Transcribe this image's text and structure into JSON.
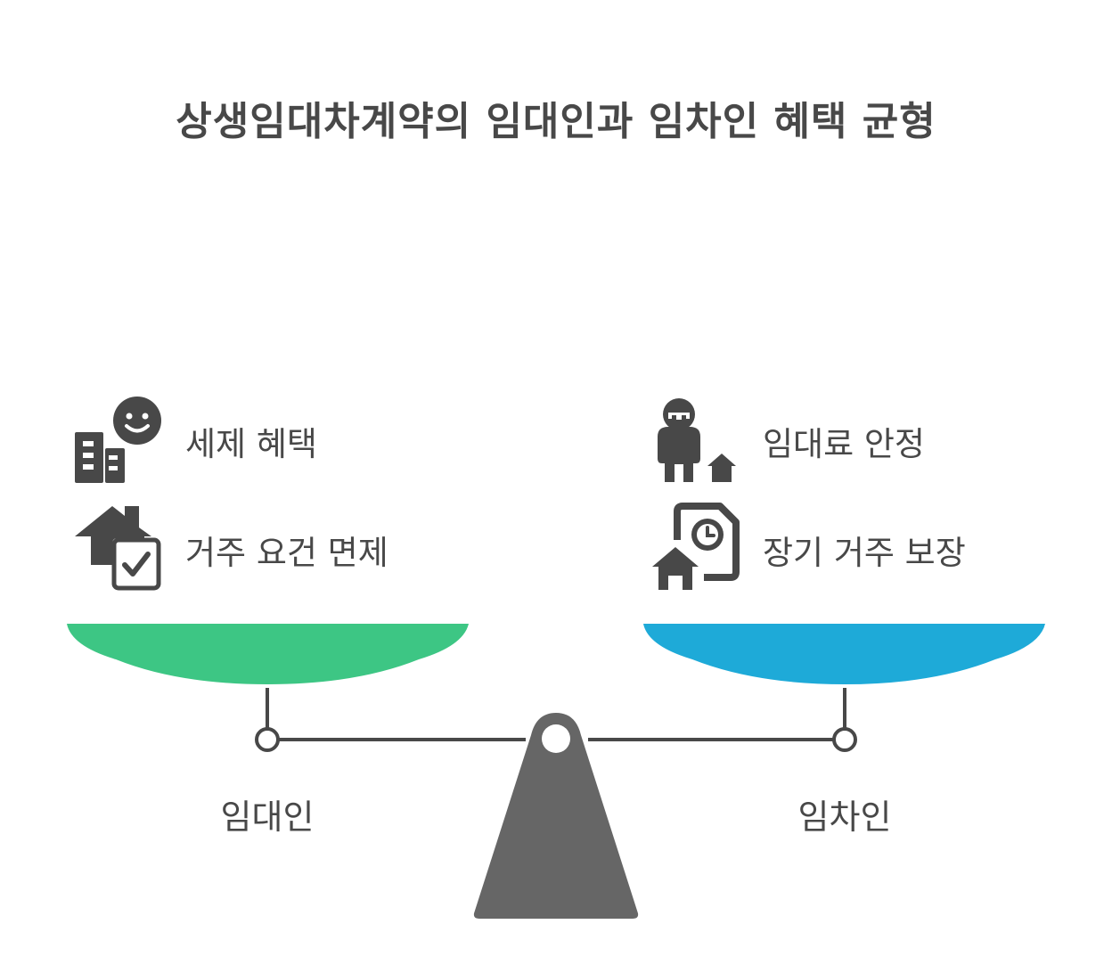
{
  "title": "상생임대차계약의 임대인과 임차인 혜택 균형",
  "left": {
    "label": "임대인",
    "color": "#3dc684",
    "items": [
      {
        "label": "세제 혜택",
        "icon": "building-smiley-icon"
      },
      {
        "label": "거주 요건 면제",
        "icon": "house-checklist-icon"
      }
    ]
  },
  "right": {
    "label": "임차인",
    "color": "#1eaad8",
    "items": [
      {
        "label": "임대료 안정",
        "icon": "person-house-icon"
      },
      {
        "label": "장기 거주 보장",
        "icon": "house-clock-document-icon"
      }
    ]
  },
  "colors": {
    "text": "#484848",
    "beam": "#484848",
    "fulcrum": "#666666"
  }
}
